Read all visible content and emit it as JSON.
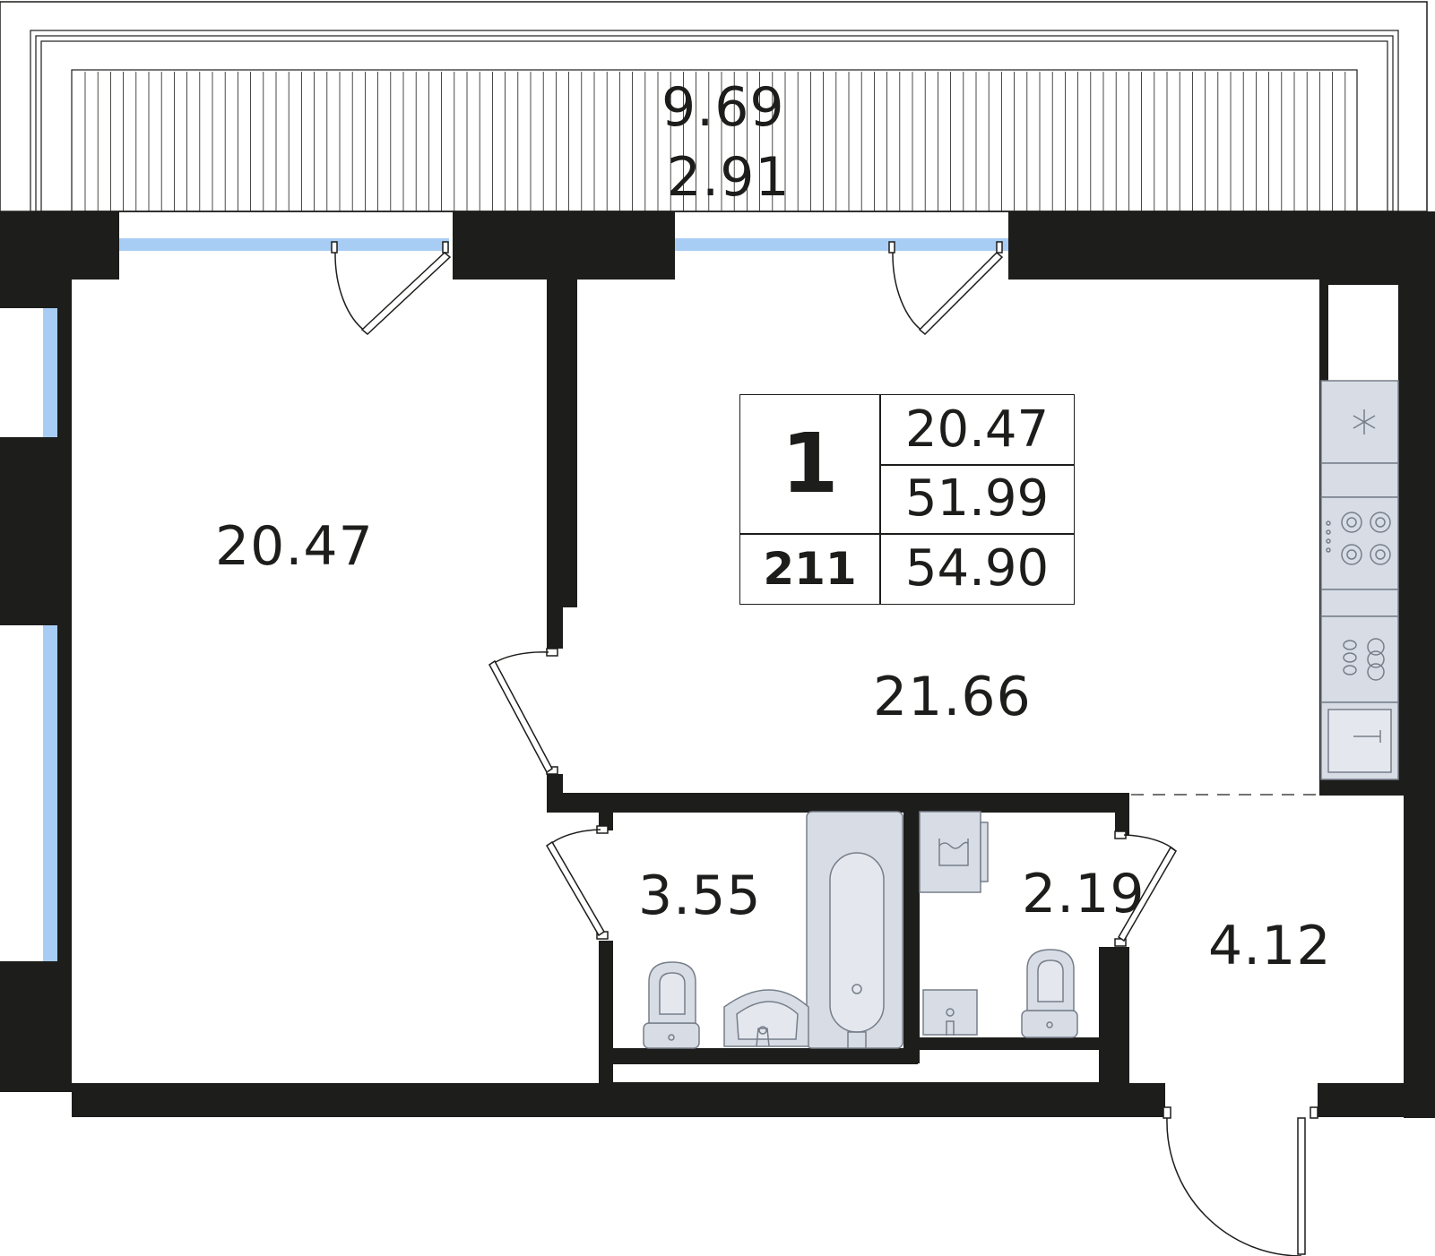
{
  "plan": {
    "balcony": {
      "area_top": "9.69",
      "area_bottom": "2.91"
    },
    "rooms": [
      {
        "id": "bedroom",
        "area": "20.47"
      },
      {
        "id": "living-kitchen",
        "area": "21.66"
      },
      {
        "id": "bathroom",
        "area": "3.55"
      },
      {
        "id": "toilet",
        "area": "2.19"
      },
      {
        "id": "hallway",
        "area": "4.12"
      }
    ]
  },
  "info_box": {
    "rooms_count": "1",
    "living_area": "20.47",
    "total_area": "51.99",
    "apartment_number": "211",
    "total_with_balcony": "54.90"
  },
  "colors": {
    "wall": "#1d1d1b",
    "window": "#a8cdf5",
    "fixture_fill": "#d8dde5",
    "fixture_stroke": "#767e8a"
  }
}
